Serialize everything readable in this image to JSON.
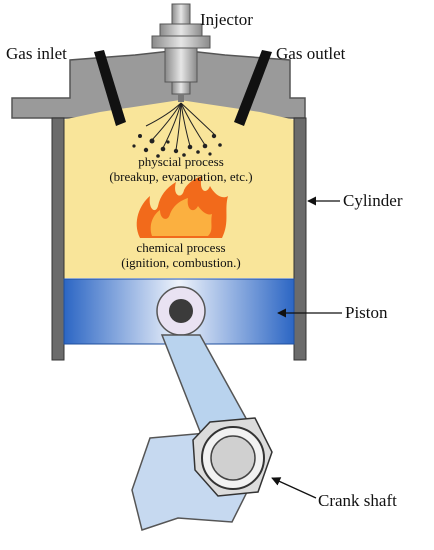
{
  "labels": {
    "injector": "Injector",
    "gas_inlet": "Gas inlet",
    "gas_outlet": "Gas outlet",
    "cylinder": "Cylinder",
    "piston": "Piston",
    "crank_shaft": "Crank shaft"
  },
  "inner_text": {
    "physical_line1": "physcial process",
    "physical_line2": "(breakup, evaporation, etc.)",
    "chemical_line1": "chemical process",
    "chemical_line2": "(ignition, combustion.)"
  },
  "colors": {
    "head_gray": "#9a9a9a",
    "head_stroke": "#555555",
    "chamber_yellow": "#f9e59a",
    "piston_blue": "#2c66c4",
    "piston_light": "#eef3fb",
    "rod_blue": "#b9d3ee",
    "flame_orange": "#f26a1b",
    "flame_yellow": "#fbb040",
    "wall_gray": "#6b6b6b"
  }
}
